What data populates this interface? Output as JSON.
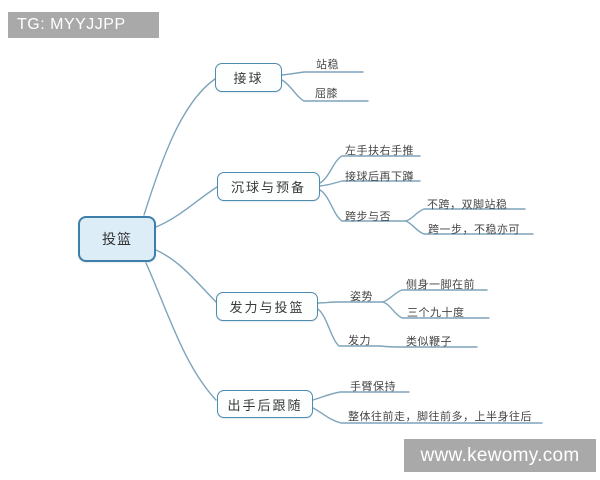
{
  "watermarks": {
    "top_left": "TG: MYYJJPP",
    "bottom_right": "www.kewomy.com"
  },
  "mindmap": {
    "root": "投篮",
    "branches": [
      {
        "label": "接球",
        "children": [
          {
            "label": "站稳"
          },
          {
            "label": "屈膝"
          }
        ]
      },
      {
        "label": "沉球与预备",
        "children": [
          {
            "label": "左手扶右手推"
          },
          {
            "label": "接球后再下蹲"
          },
          {
            "label": "跨步与否",
            "children": [
              {
                "label": "不跨，双脚站稳"
              },
              {
                "label": "跨一步，不稳亦可"
              }
            ]
          }
        ]
      },
      {
        "label": "发力与投篮",
        "children": [
          {
            "label": "姿势",
            "children": [
              {
                "label": "侧身一脚在前"
              },
              {
                "label": "三个九十度"
              }
            ]
          },
          {
            "label": "发力",
            "children": [
              {
                "label": "类似鞭子"
              }
            ]
          }
        ]
      },
      {
        "label": "出手后跟随",
        "children": [
          {
            "label": "手臂保持"
          },
          {
            "label": "整体往前走，脚往前多，上半身往后"
          }
        ]
      }
    ]
  },
  "colors": {
    "line": "#7da4bb",
    "node_border": "#4e8bb0",
    "root_border": "#3d7fa8",
    "root_fill": "#ddedf8",
    "node_fill": "#fdfefe",
    "text": "#3a3a3a",
    "watermark_bg": "#a9a9a9",
    "watermark_text": "#ffffff"
  }
}
